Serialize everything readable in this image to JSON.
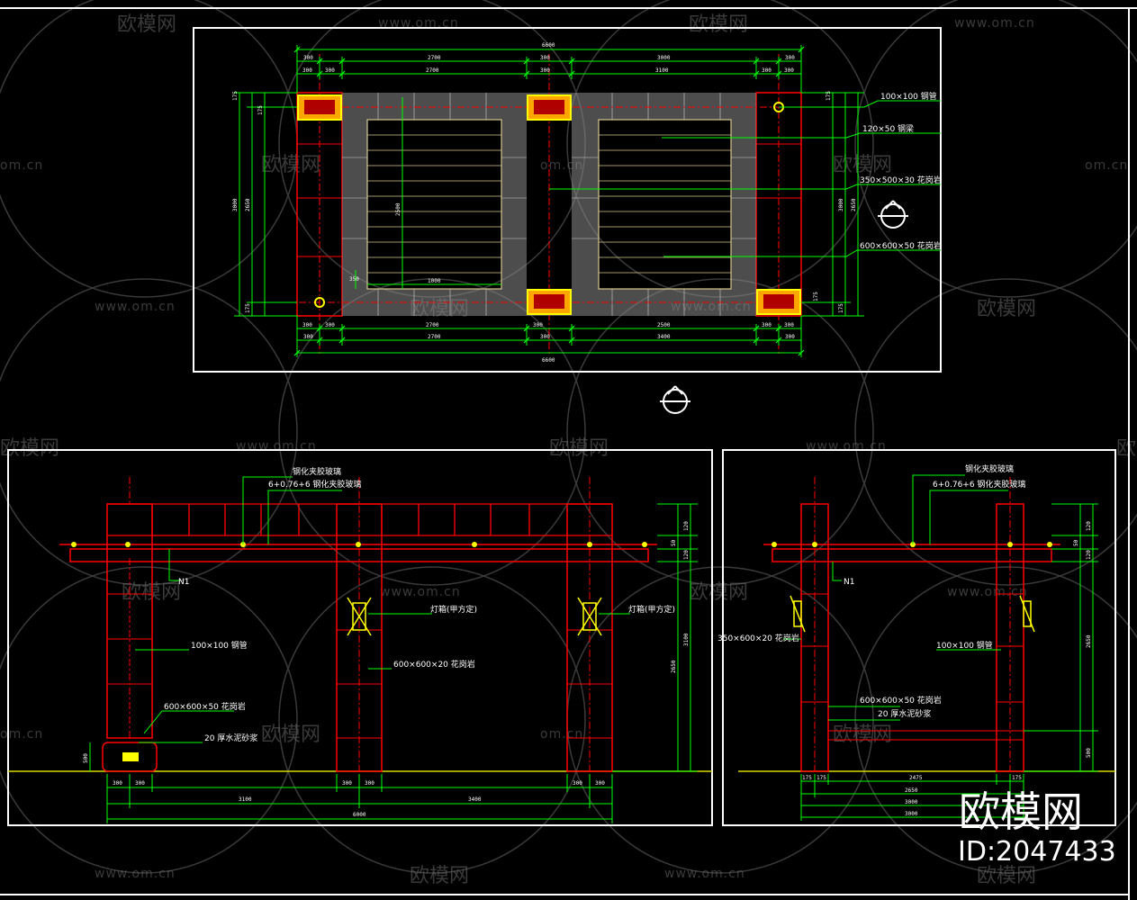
{
  "watermark": {
    "cn": "欧模网",
    "url": "www.om.cn",
    "url_short": "om.cn"
  },
  "brand": {
    "name": "欧模网",
    "id": "ID:2047433"
  },
  "colors": {
    "frame": "#ffffff",
    "dimension": "#00ff00",
    "member": "#ff0000",
    "centerline": "#ff0000",
    "hatch": "#8c8c8c",
    "slab": "#ffff00",
    "deck": "#d8c890",
    "ground": "#d8d800"
  },
  "plan": {
    "top_overall": "6600",
    "top_segments": [
      "300",
      "2700",
      "300",
      "3000",
      "300"
    ],
    "top_sub": [
      "300",
      "300",
      "2700",
      "300",
      "3100",
      "300",
      "300"
    ],
    "bottom_sub": [
      "300",
      "300",
      "2700",
      "300",
      "2500",
      "300",
      "300"
    ],
    "bottom_segments": [
      "300",
      "2700",
      "300",
      "3400",
      "300"
    ],
    "bottom_overall": "6600",
    "left_dims": [
      "175",
      "175",
      "3000",
      "2650",
      "175"
    ],
    "right_dims": [
      "175",
      "3000",
      "2650",
      "175",
      "175"
    ],
    "inner_dims": [
      "2500",
      "350",
      "1000"
    ],
    "labels": [
      "100×100 钢管",
      "120×50 钢梁",
      "350×500×30 花岗岩",
      "600×600×50 花岗岩"
    ]
  },
  "front_elevation": {
    "glass_note": "钢化夹胶玻璃",
    "glass_spec": "6+0.76+6 钢化夹胶玻璃",
    "labels": [
      "N1",
      "灯箱(甲方定)",
      "100×100 钢管",
      "600×600×20 花岗岩",
      "600×600×50 花岗岩",
      "20 厚水泥砂浆"
    ],
    "right_dims": [
      "120",
      "50",
      "120",
      "3100",
      "2650"
    ],
    "left_dim": "500",
    "base_dims": [
      "300",
      "300",
      "300",
      "300",
      "300",
      "300"
    ],
    "spans": [
      "3100",
      "3400"
    ],
    "overall": "6000"
  },
  "side_elevation": {
    "glass_note": "钢化夹胶玻璃",
    "glass_spec": "6+0.76+6 钢化夹胶玻璃",
    "labels": [
      "N1",
      "350×600×20 花岗岩",
      "100×100 钢管",
      "600×600×50 花岗岩",
      "20 厚水泥砂浆"
    ],
    "right_dims": [
      "120",
      "50",
      "120",
      "2650",
      "500"
    ],
    "base_dims": [
      "175",
      "175",
      "2475",
      "175"
    ],
    "rows": [
      "2650",
      "3000",
      "3000"
    ]
  }
}
